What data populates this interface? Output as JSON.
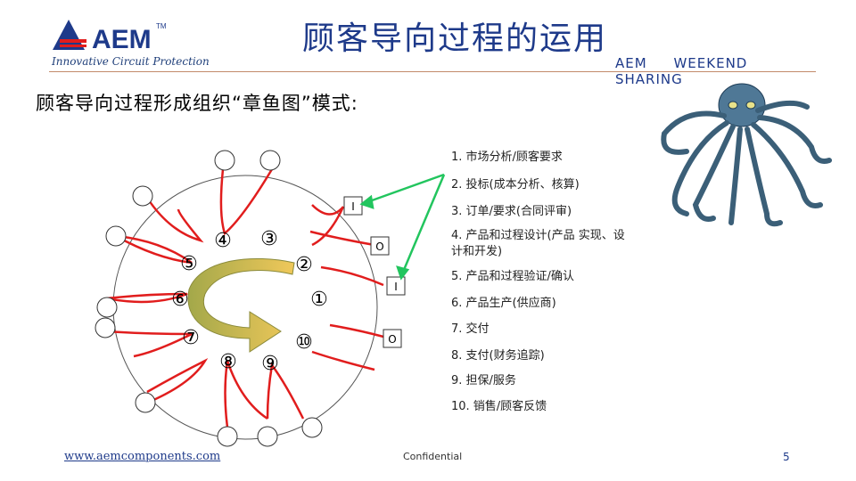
{
  "header": {
    "logo_text": "AEM",
    "tagline": "Innovative Circuit Protection",
    "title": "顾客导向过程的运用",
    "banner": [
      "AEM",
      "WEEKEND",
      "SHARING"
    ]
  },
  "main": {
    "heading": "顾客导向过程形成组织“章鱼图”模式:",
    "steps": [
      "1. 市场分析/顾客要求",
      "2. 投标(成本分析、核算)",
      "3. 订单/要求(合同评审)",
      "4. 产品和过程设计(产品 实现、设",
      "计和开发)",
      "5. 产品和过程验证/确认",
      "6. 产品生产(供应商)",
      "7. 交付",
      "8. 支付(财务追踪)",
      "9. 担保/服务",
      "10. 销售/顾客反馈"
    ],
    "diagram_labels": [
      "④",
      "③",
      "⑤",
      "②",
      "⑥",
      "①",
      "⑦",
      "⑩",
      "⑧",
      "⑨"
    ],
    "io_labels": [
      "I",
      "O",
      "I",
      "O"
    ]
  },
  "footer": {
    "url": "www.aemcomponents.com",
    "confidential": "Confidential",
    "page": "5"
  },
  "colors": {
    "brand_blue": "#1e3a8a",
    "loop_red": "#e11d1d",
    "arrow_green": "#22c55e"
  }
}
